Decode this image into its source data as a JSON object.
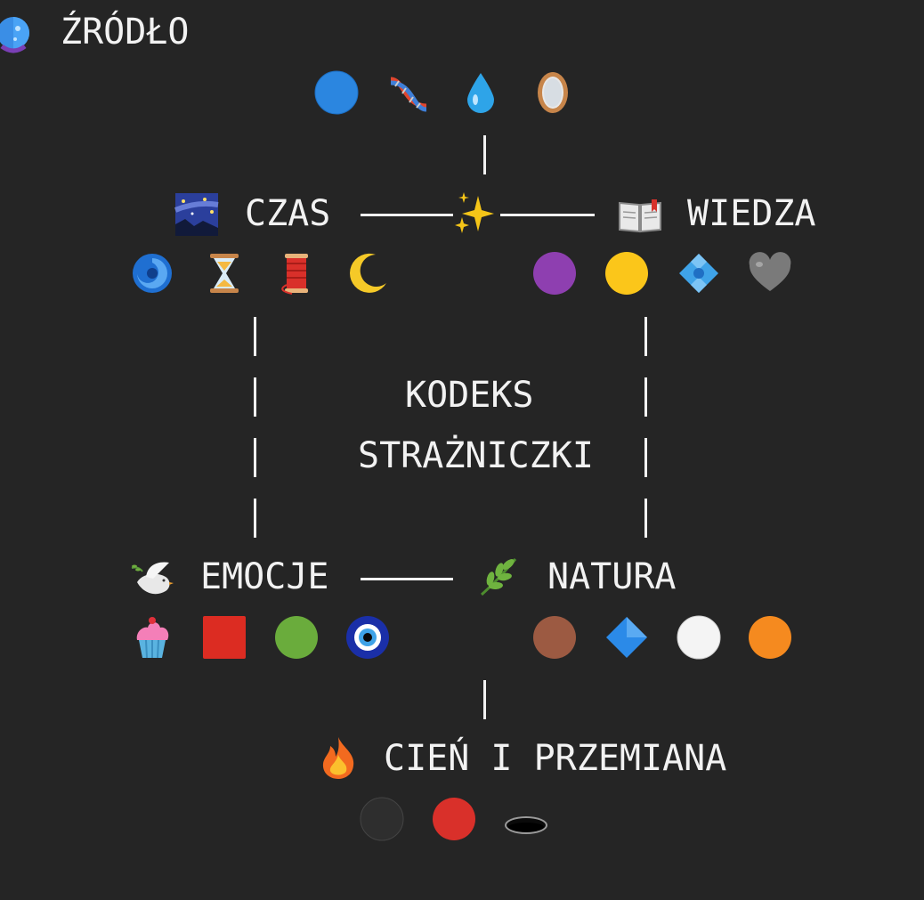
{
  "headings": {
    "source": "ŹRÓDŁO",
    "time": "CZAS",
    "knowledge": "WIEDZA",
    "emotions": "EMOCJE",
    "nature": "NATURA",
    "shadow": "CIEŃ I PRZEMIANA"
  },
  "center": {
    "line1": "KODEKS",
    "line2": "STRAŻNICZKI"
  },
  "icons": {
    "source_row": [
      "blue-circle-icon",
      "dna-icon",
      "droplet-icon",
      "mirror-icon"
    ],
    "time_row": [
      "cyclone-icon",
      "hourglass-icon",
      "thread-spool-icon",
      "crescent-moon-icon"
    ],
    "knowledge_row": [
      "purple-circle-icon",
      "yellow-circle-icon",
      "diamond-dot-icon",
      "grey-heart-icon"
    ],
    "emotions_row": [
      "cupcake-icon",
      "red-square-icon",
      "green-circle-icon",
      "nazar-amulet-icon"
    ],
    "nature_row": [
      "brown-circle-icon",
      "blue-diamond-icon",
      "white-circle-icon",
      "orange-circle-icon"
    ],
    "shadow_row": [
      "black-circle-icon",
      "red-circle-icon",
      "hole-icon"
    ],
    "section_icons": {
      "source": "globe-icon",
      "time": "milky-way-icon",
      "knowledge": "open-book-icon",
      "emotions": "dove-icon",
      "nature": "herb-icon",
      "shadow": "fire-icon",
      "center": "sparkles-icon"
    }
  },
  "colors": {
    "background": "#252525",
    "text": "#f2f2f2"
  }
}
